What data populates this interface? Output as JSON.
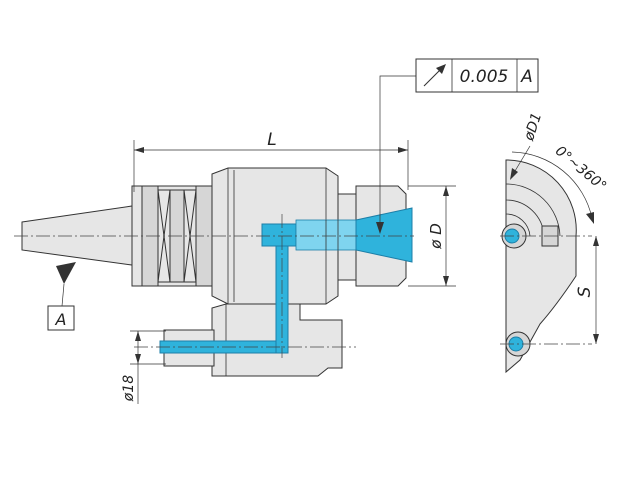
{
  "dimensions": {
    "length": "L",
    "diameter": "ø D",
    "shank_diameter": "ø18",
    "rotation_diameter": "øD1",
    "rotation_range": "0°~360°",
    "offset": "S"
  },
  "tolerance_frame": {
    "tolerance": "0.005",
    "datum": "A"
  },
  "datum_label": "A",
  "colors": {
    "coolant": "#2fb3dc",
    "body": "#e6e6e6",
    "line": "#333333"
  }
}
